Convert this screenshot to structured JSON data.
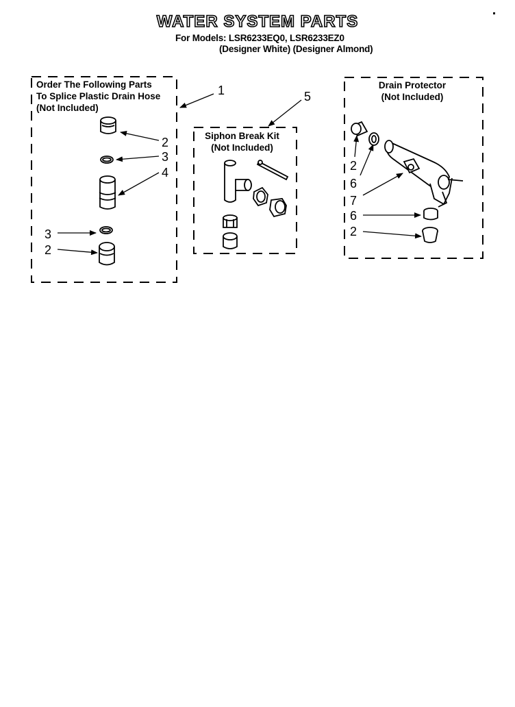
{
  "title": "WATER SYSTEM PARTS",
  "subtitle_line1": "For Models: LSR6233EQ0, LSR6233EZ0",
  "subtitle_line2": "(Designer White) (Designer Almond)",
  "groups": [
    {
      "label_lines": [
        "Order The Following Parts",
        "To Splice Plastic Drain Hose",
        "(Not Included)"
      ]
    },
    {
      "label_lines": [
        "Siphon Break Kit",
        "(Not Included)"
      ]
    },
    {
      "label_lines": [
        "Drain Protector",
        "(Not Included)"
      ]
    }
  ],
  "callouts": {
    "c1": "1",
    "c5": "5",
    "g1_a": "2",
    "g1_b": "3",
    "g1_c": "4",
    "g1_d": "3",
    "g1_e": "2",
    "g3_a": "2",
    "g3_b": "6",
    "g3_c": "7",
    "g3_d": "6",
    "g3_e": "2"
  }
}
